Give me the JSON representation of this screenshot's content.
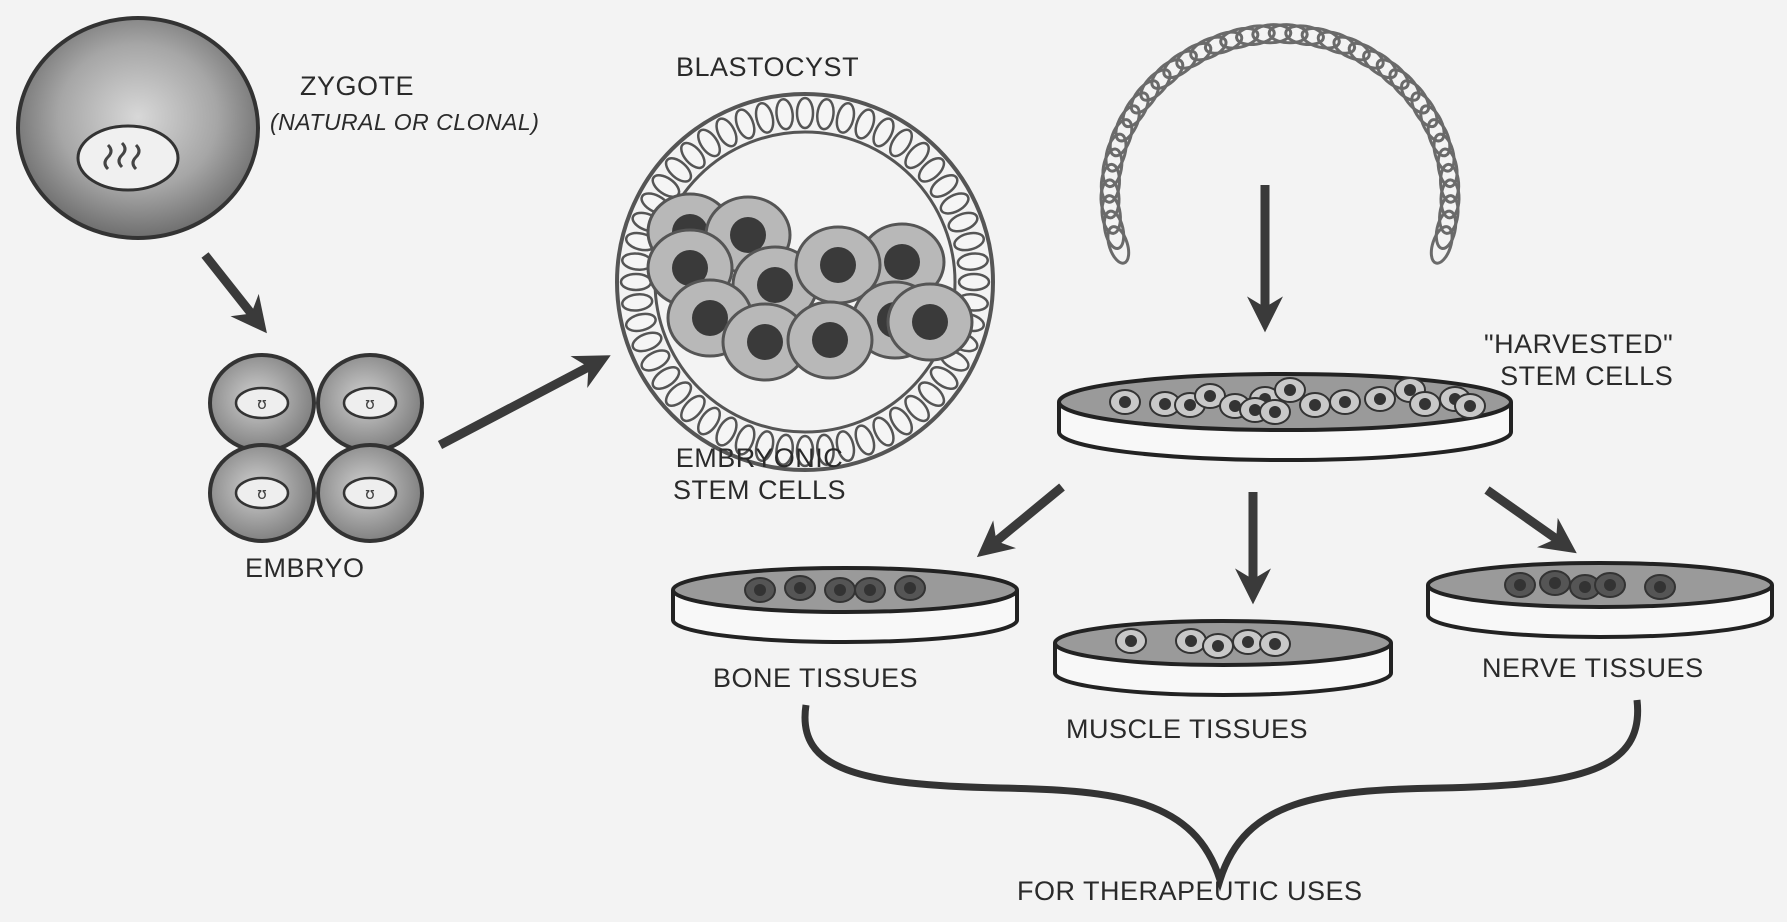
{
  "labels": {
    "zygote": "ZYGOTE",
    "zygote_sub": "(NATURAL OR CLONAL)",
    "embryo": "EMBRYO",
    "blastocyst": "BLASTOCYST",
    "embryonic_1": "EMBRYONIC",
    "embryonic_2": "STEM CELLS",
    "harvested_1": "\"HARVESTED\"",
    "harvested_2": "STEM CELLS",
    "bone": "BONE TISSUES",
    "muscle": "MUSCLE TISSUES",
    "nerve": "NERVE TISSUES",
    "therapeutic": "FOR THERAPEUTIC USES"
  },
  "colors": {
    "background": "#f3f3f3",
    "ink": "#2a2a2a",
    "arrow": "#3a3a3a",
    "cell_fill": "#8a8a8a",
    "dish_top": "#9a9a9a",
    "nucleus": "#3a3a3a"
  }
}
